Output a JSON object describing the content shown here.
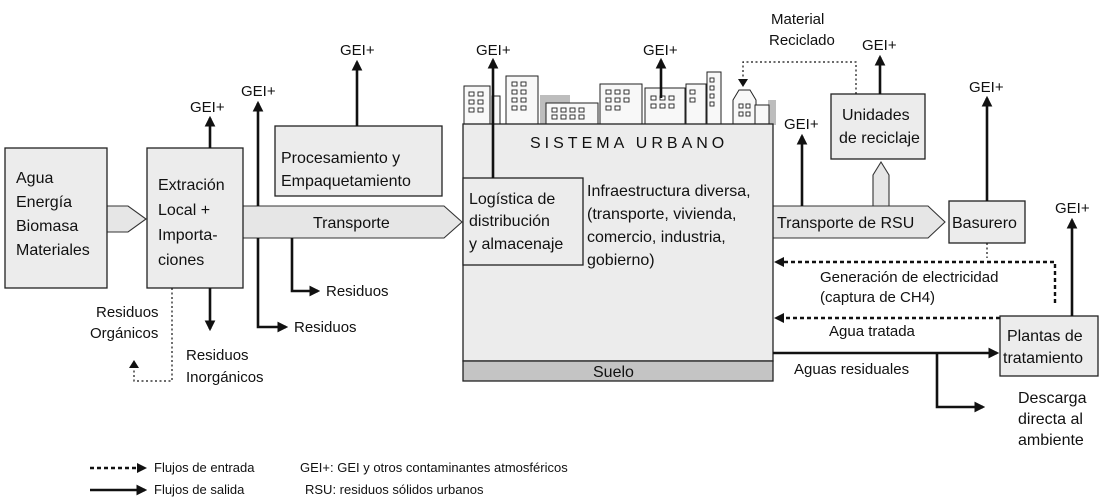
{
  "labels": {
    "gei": "GEI+",
    "residuos": "Residuos",
    "residuos_organicos_1": "Residuos",
    "residuos_organicos_2": "Orgánicos",
    "residuos_inorganicos_1": "Residuos",
    "residuos_inorganicos_2": "Inorgánicos",
    "material_reciclado_1": "Material",
    "material_reciclado_2": "Reciclado",
    "generacion_1": "Generación de electricidad",
    "generacion_2": "(captura de CH4)",
    "agua_tratada": "Agua tratada",
    "aguas_residuales": "Aguas residuales",
    "descarga_1": "Descarga",
    "descarga_2": "directa al",
    "descarga_3": "ambiente"
  },
  "boxes": {
    "inputs": [
      "Agua",
      "Energía",
      "Biomasa",
      "Materiales"
    ],
    "extraction": [
      "Extración",
      "Local +",
      "Importa-",
      "ciones"
    ],
    "processing": [
      "Procesamiento y",
      "Empaquetamiento"
    ],
    "transport": "Transporte",
    "system_title": "SISTEMA URBANO",
    "logistics": [
      "Logística de",
      "distribución",
      "y almacenaje"
    ],
    "infrastructure": [
      "Infraestructura diversa,",
      "(transporte, vivienda,",
      "comercio, industria,",
      "gobierno)"
    ],
    "soil": "Suelo",
    "recycling": [
      "Unidades",
      "de reciclaje"
    ],
    "msw_transport": "Transporte de RSU",
    "landfill": "Basurero",
    "treatment": [
      "Plantas de",
      "tratamiento"
    ]
  },
  "legend": {
    "inflows": "Flujos de entrada",
    "outflows": "Flujos de salida",
    "gei_def": "GEI+: GEI y otros contaminantes atmosféricos",
    "rsu_def": "RSU: residuos sólidos urbanos"
  }
}
